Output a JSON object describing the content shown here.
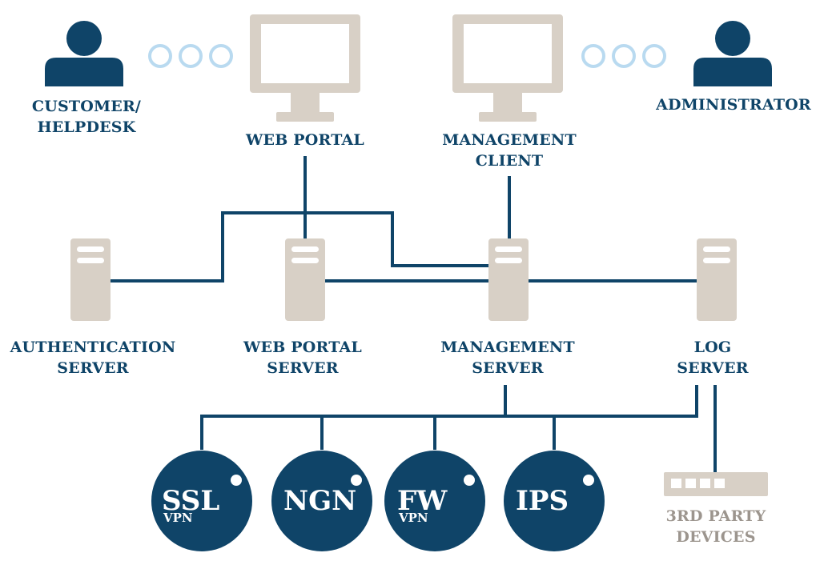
{
  "colors": {
    "primary": "#0f4468",
    "device": "#d8d0c6",
    "bubble": "#b9daf0",
    "thirdparty": "#9c958e",
    "white": "#ffffff"
  },
  "users": {
    "customer": [
      "CUSTOMER/",
      "HELPDESK"
    ],
    "admin": [
      "ADMINISTRATOR"
    ]
  },
  "clients": {
    "web_portal": [
      "WEB PORTAL"
    ],
    "management_client": [
      "MANAGEMENT",
      "CLIENT"
    ]
  },
  "servers": {
    "auth": [
      "AUTHENTICATION",
      "SERVER"
    ],
    "web_portal": [
      "WEB PORTAL",
      "SERVER"
    ],
    "management": [
      "MANAGEMENT",
      "SERVER"
    ],
    "log": [
      "LOG",
      "SERVER"
    ]
  },
  "engines": [
    {
      "main": "SSL",
      "sub": "VPN"
    },
    {
      "main": "NGN",
      "sub": ""
    },
    {
      "main": "FW",
      "sub": "VPN"
    },
    {
      "main": "IPS",
      "sub": ""
    }
  ],
  "third_party": [
    "3RD PARTY",
    "DEVICES"
  ],
  "icons": [
    "person-icon",
    "monitor-icon",
    "server-icon",
    "switch-icon",
    "connection-dots-icon"
  ]
}
